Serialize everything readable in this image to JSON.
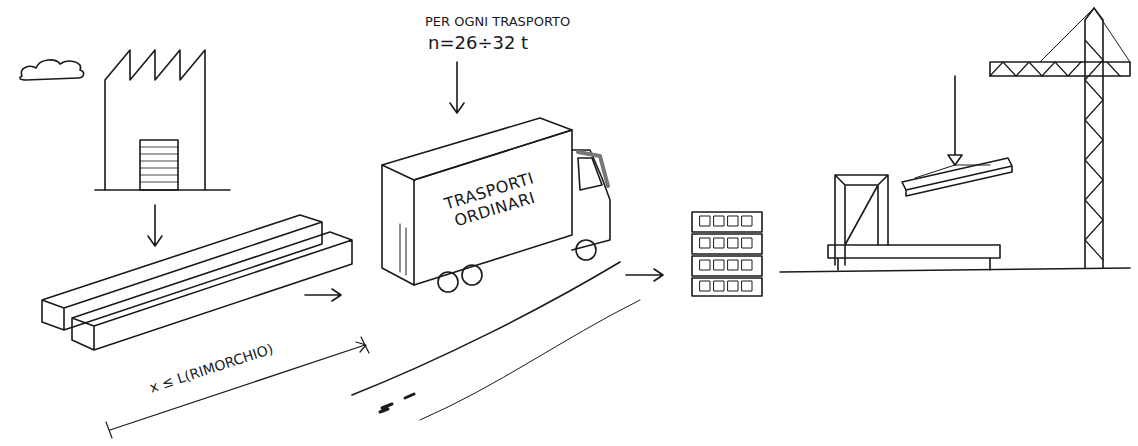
{
  "diagram": {
    "nodes": [
      {
        "text": [
          "TRASPORTI ORDINARI"
        ]
      }
    ],
    "labels": [
      "PER OGNI TRASPORTO",
      "n=26÷32 t",
      "x ≤ L(RIMORCHIO)"
    ]
  }
}
